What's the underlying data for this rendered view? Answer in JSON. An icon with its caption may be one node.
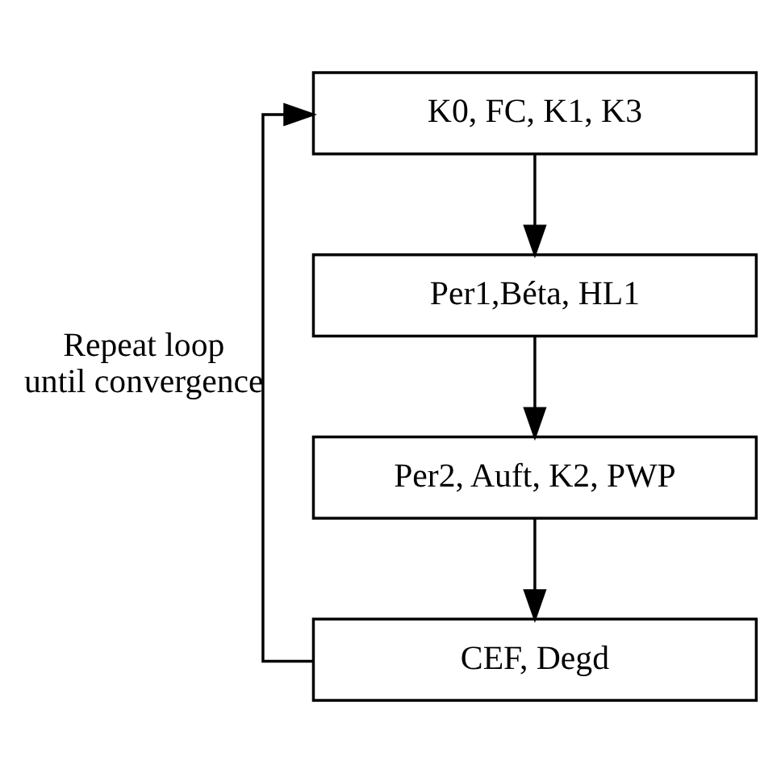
{
  "diagram": {
    "nodes": [
      {
        "text": [
          "K0, FC, K1, K3"
        ]
      },
      {
        "text": [
          "Per1,Béta, HL1"
        ]
      },
      {
        "text": [
          "Per2, Auft, K2, PWP"
        ]
      },
      {
        "text": [
          "CEF, Degd"
        ]
      }
    ],
    "edges": [
      {
        "from": 0,
        "to": 1,
        "arrow": "to"
      },
      {
        "from": 1,
        "to": 2,
        "arrow": "to"
      },
      {
        "from": 2,
        "to": 3,
        "arrow": "to"
      },
      {
        "from": 3,
        "to": 0,
        "arrow": "to",
        "label": "Repeat loop until convergence"
      }
    ]
  }
}
